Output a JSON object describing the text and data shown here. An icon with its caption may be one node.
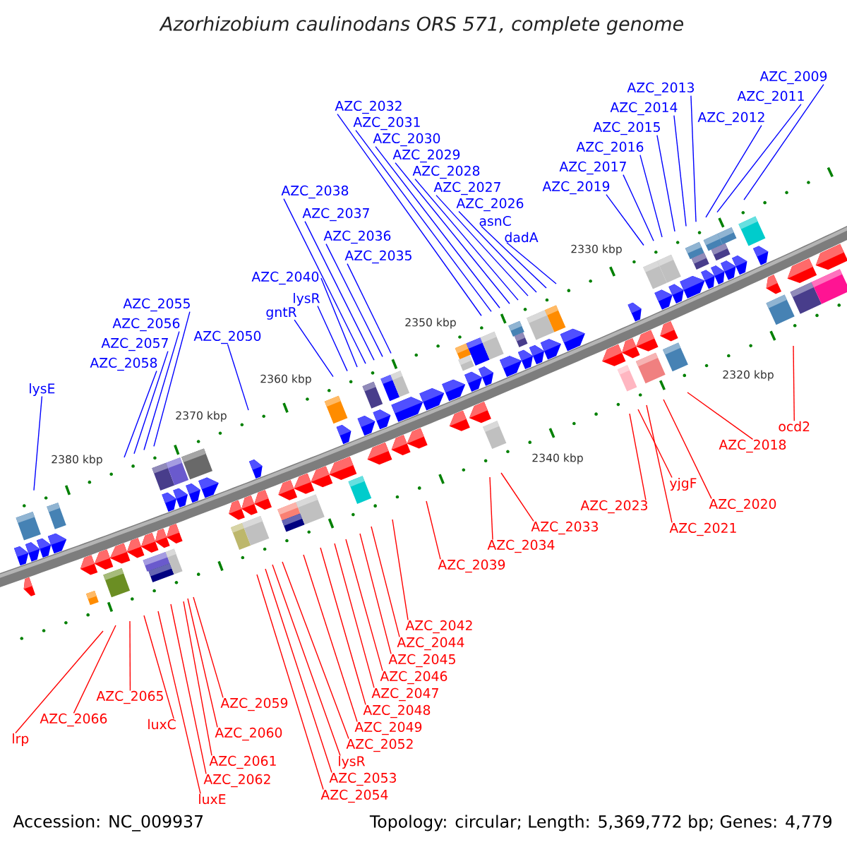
{
  "diagram": {
    "title": "Azorhizobium caulinodans ORS 571, complete genome",
    "nodes": [
      {
        "text": [
          "AZC_2009"
        ]
      },
      {
        "text": [
          "AZC_2016"
        ]
      },
      {
        "text": [
          "AZC_2011"
        ]
      },
      {
        "text": [
          "AZC_2013"
        ]
      },
      {
        "text": [
          "AZC_2032"
        ]
      },
      {
        "text": [
          "AZC_2012"
        ]
      },
      {
        "text": [
          "AZC_2015"
        ]
      },
      {
        "text": [
          "AZC_2027"
        ]
      },
      {
        "text": [
          "AZC_2014"
        ]
      },
      {
        "text": [
          "AZC_2026"
        ]
      },
      {
        "text": [
          "AZC_2031"
        ]
      },
      {
        "text": [
          "AZC_2017"
        ]
      },
      {
        "text": [
          "dadA"
        ]
      },
      {
        "text": [
          "AZC_2028"
        ]
      },
      {
        "text": [
          "AZC_2019"
        ]
      },
      {
        "text": [
          "AZC_2038"
        ]
      },
      {
        "text": [
          "asnC"
        ]
      },
      {
        "text": [
          "AZC_2030"
        ]
      },
      {
        "text": [
          "AZC_2037"
        ]
      },
      {
        "text": [
          "AZC_2029"
        ]
      },
      {
        "text": [
          "AZC_2036"
        ]
      },
      {
        "text": [
          "AZC_2035"
        ]
      },
      {
        "text": [
          "AZC_2040"
        ]
      },
      {
        "text": [
          "AZC_2057"
        ]
      },
      {
        "text": [
          "lysR"
        ]
      },
      {
        "text": [
          "gntR"
        ]
      },
      {
        "text": [
          "AZC_2055"
        ]
      },
      {
        "text": [
          "AZC_2050"
        ]
      },
      {
        "text": [
          "AZC_2056"
        ]
      },
      {
        "text": [
          "AZC_2058"
        ]
      },
      {
        "text": [
          "lysE"
        ]
      },
      {
        "text": [
          "ocd2"
        ]
      },
      {
        "text": [
          "AZC_2018"
        ]
      },
      {
        "text": [
          "yjgF"
        ]
      },
      {
        "text": [
          "AZC_2020"
        ]
      },
      {
        "text": [
          "AZC_2023"
        ]
      },
      {
        "text": [
          "AZC_2033"
        ]
      },
      {
        "text": [
          "AZC_2021"
        ]
      },
      {
        "text": [
          "AZC_2034"
        ]
      },
      {
        "text": [
          "AZC_2039"
        ]
      },
      {
        "text": [
          "AZC_2042"
        ]
      },
      {
        "text": [
          "AZC_2054"
        ]
      },
      {
        "text": [
          "AZC_2044"
        ]
      },
      {
        "text": [
          "AZC_2045"
        ]
      },
      {
        "text": [
          "lysR"
        ]
      },
      {
        "text": [
          "AZC_2046"
        ]
      },
      {
        "text": [
          "AZC_2065"
        ]
      },
      {
        "text": [
          "AZC_2047"
        ]
      },
      {
        "text": [
          "AZC_2059"
        ]
      },
      {
        "text": [
          "AZC_2053"
        ]
      },
      {
        "text": [
          "AZC_2066"
        ]
      },
      {
        "text": [
          "AZC_2048"
        ]
      },
      {
        "text": [
          "luxC"
        ]
      },
      {
        "text": [
          "AZC_2060"
        ]
      },
      {
        "text": [
          "lrp"
        ]
      },
      {
        "text": [
          "AZC_2049"
        ]
      },
      {
        "text": [
          "AZC_2061"
        ]
      },
      {
        "text": [
          "AZC_2052"
        ]
      },
      {
        "text": [
          "AZC_2062"
        ]
      },
      {
        "text": [
          "luxE"
        ]
      }
    ],
    "edges": [
      {
        "from": 0,
        "to": null,
        "arrow": "none"
      },
      {
        "from": 1,
        "to": null,
        "arrow": "none"
      },
      {
        "from": 2,
        "to": null,
        "arrow": "none"
      },
      {
        "from": 3,
        "to": null,
        "arrow": "none"
      },
      {
        "from": 4,
        "to": null,
        "arrow": "none"
      },
      {
        "from": 5,
        "to": null,
        "arrow": "none"
      },
      {
        "from": 6,
        "to": null,
        "arrow": "none"
      },
      {
        "from": 7,
        "to": null,
        "arrow": "none"
      },
      {
        "from": 8,
        "to": null,
        "arrow": "none"
      },
      {
        "from": 9,
        "to": null,
        "arrow": "none"
      },
      {
        "from": 10,
        "to": null,
        "arrow": "none"
      },
      {
        "from": 11,
        "to": null,
        "arrow": "none"
      },
      {
        "from": 12,
        "to": null,
        "arrow": "none"
      },
      {
        "from": 13,
        "to": null,
        "arrow": "none"
      },
      {
        "from": 14,
        "to": null,
        "arrow": "none"
      },
      {
        "from": 15,
        "to": null,
        "arrow": "none"
      },
      {
        "from": 16,
        "to": null,
        "arrow": "none"
      },
      {
        "from": 17,
        "to": null,
        "arrow": "none"
      },
      {
        "from": 18,
        "to": null,
        "arrow": "none"
      },
      {
        "from": 19,
        "to": null,
        "arrow": "none"
      },
      {
        "from": 20,
        "to": null,
        "arrow": "none"
      },
      {
        "from": 21,
        "to": null,
        "arrow": "none"
      },
      {
        "from": 22,
        "to": null,
        "arrow": "none"
      },
      {
        "from": 23,
        "to": null,
        "arrow": "none"
      },
      {
        "from": 24,
        "to": null,
        "arrow": "none"
      },
      {
        "from": 25,
        "to": null,
        "arrow": "none"
      },
      {
        "from": 26,
        "to": null,
        "arrow": "none"
      },
      {
        "from": 27,
        "to": null,
        "arrow": "none"
      },
      {
        "from": 28,
        "to": null,
        "arrow": "none"
      },
      {
        "from": 29,
        "to": null,
        "arrow": "none"
      },
      {
        "from": 30,
        "to": null,
        "arrow": "none"
      },
      {
        "from": 31,
        "to": null,
        "arrow": "none",
        "color": "#ff0000"
      },
      {
        "from": 32,
        "to": null,
        "arrow": "none",
        "color": "#ff0000"
      },
      {
        "from": 33,
        "to": null,
        "arrow": "none",
        "color": "#ff0000"
      },
      {
        "from": 34,
        "to": null,
        "arrow": "none",
        "color": "#ff0000"
      },
      {
        "from": 35,
        "to": null,
        "arrow": "none",
        "color": "#ff0000"
      },
      {
        "from": 36,
        "to": null,
        "arrow": "none",
        "color": "#ff0000"
      },
      {
        "from": 37,
        "to": null,
        "arrow": "none",
        "color": "#ff0000"
      },
      {
        "from": 38,
        "to": null,
        "arrow": "none",
        "color": "#ff0000"
      },
      {
        "from": 39,
        "to": null,
        "arrow": "none",
        "color": "#ff0000"
      },
      {
        "from": 40,
        "to": null,
        "arrow": "none",
        "color": "#ff0000"
      },
      {
        "from": 41,
        "to": null,
        "arrow": "none",
        "color": "#ff0000"
      },
      {
        "from": 42,
        "to": null,
        "arrow": "none",
        "color": "#ff0000"
      },
      {
        "from": 43,
        "to": null,
        "arrow": "none",
        "color": "#ff0000"
      },
      {
        "from": 44,
        "to": null,
        "arrow": "none",
        "color": "#ff0000"
      },
      {
        "from": 45,
        "to": null,
        "arrow": "none",
        "color": "#ff0000"
      },
      {
        "from": 46,
        "to": null,
        "arrow": "none",
        "color": "#ff0000"
      },
      {
        "from": 47,
        "to": null,
        "arrow": "none",
        "color": "#ff0000"
      },
      {
        "from": 48,
        "to": null,
        "arrow": "none",
        "color": "#ff0000"
      },
      {
        "from": 49,
        "to": null,
        "arrow": "none",
        "color": "#ff0000"
      },
      {
        "from": 50,
        "to": null,
        "arrow": "none",
        "color": "#ff0000"
      },
      {
        "from": 51,
        "to": null,
        "arrow": "none",
        "color": "#ff0000"
      },
      {
        "from": 52,
        "to": null,
        "arrow": "none",
        "color": "#ff0000"
      },
      {
        "from": 53,
        "to": null,
        "arrow": "none",
        "color": "#ff0000"
      },
      {
        "from": 54,
        "to": null,
        "arrow": "none",
        "color": "#ff0000"
      },
      {
        "from": 55,
        "to": null,
        "arrow": "none",
        "color": "#ff0000"
      },
      {
        "from": 56,
        "to": null,
        "arrow": "none",
        "color": "#ff0000"
      },
      {
        "from": 57,
        "to": null,
        "arrow": "none",
        "color": "#ff0000"
      },
      {
        "from": 58,
        "to": null,
        "arrow": "none",
        "color": "#ff0000"
      },
      {
        "from": 59,
        "to": null,
        "arrow": "none",
        "color": "#ff0000"
      }
    ],
    "labels": [
      "2320 kbp",
      "2330 kbp",
      "2340 kbp",
      "2350 kbp",
      "2360 kbp",
      "2370 kbp",
      "2380 kbp",
      "Accession: NC_009937",
      "Topology: circular; Length: 5,369,772 bp; Genes: 4,779"
    ]
  }
}
